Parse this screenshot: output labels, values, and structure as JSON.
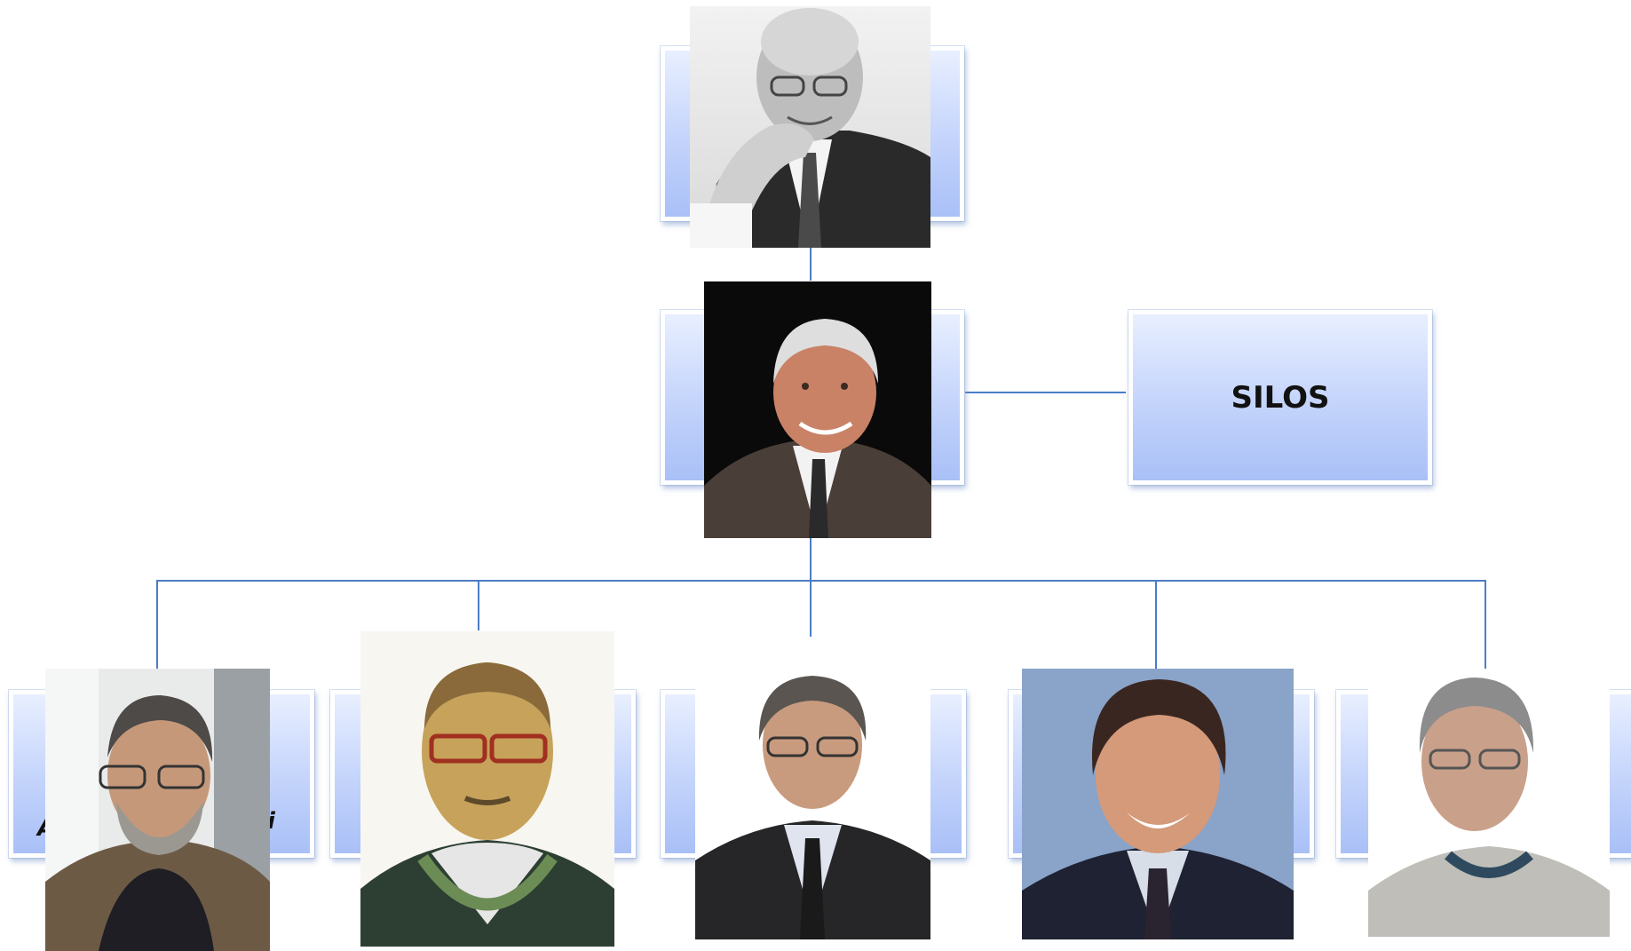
{
  "org_chart": {
    "nodes": {
      "silos": {
        "label": "SILOS"
      },
      "bottom_left": {
        "partial_label_start": "A",
        "partial_label_end": "i"
      }
    },
    "photos": [
      {
        "name": "top-executive-photo",
        "style": "grayscale"
      },
      {
        "name": "second-level-photo",
        "background": "#0b0a0a"
      },
      {
        "name": "team-member-1-photo"
      },
      {
        "name": "team-member-2-photo"
      },
      {
        "name": "team-member-3-photo"
      },
      {
        "name": "team-member-4-photo",
        "background": "#8aa3c8"
      },
      {
        "name": "team-member-5-photo"
      }
    ]
  },
  "colors": {
    "connector": "#4a7cc7",
    "box_top": "#e8efff",
    "box_bottom": "#a9c0f7"
  }
}
